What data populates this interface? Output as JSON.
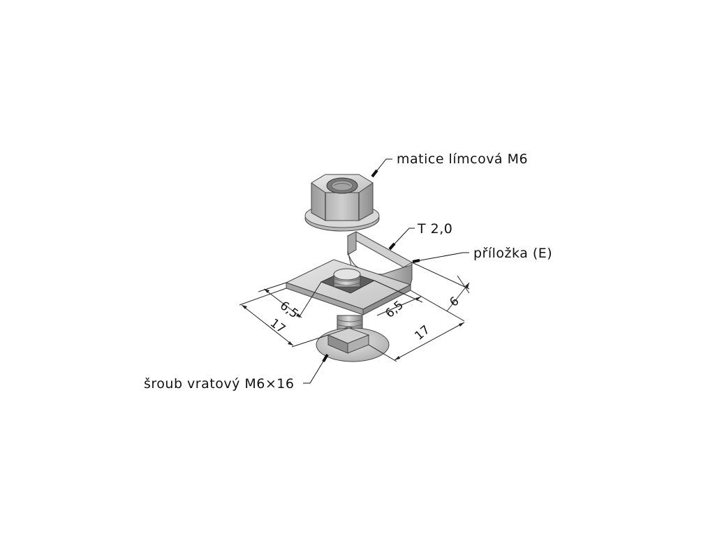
{
  "labels": {
    "nut": "matice límcová M6",
    "thickness": "T 2,0",
    "bracket": "příložka (E)",
    "bolt": "šroub vratový M6×16"
  },
  "dimensions": {
    "hole_offset_left": "6,5",
    "width_left": "17",
    "hole_offset_right": "6,5",
    "width_right": "17",
    "height": "6"
  }
}
